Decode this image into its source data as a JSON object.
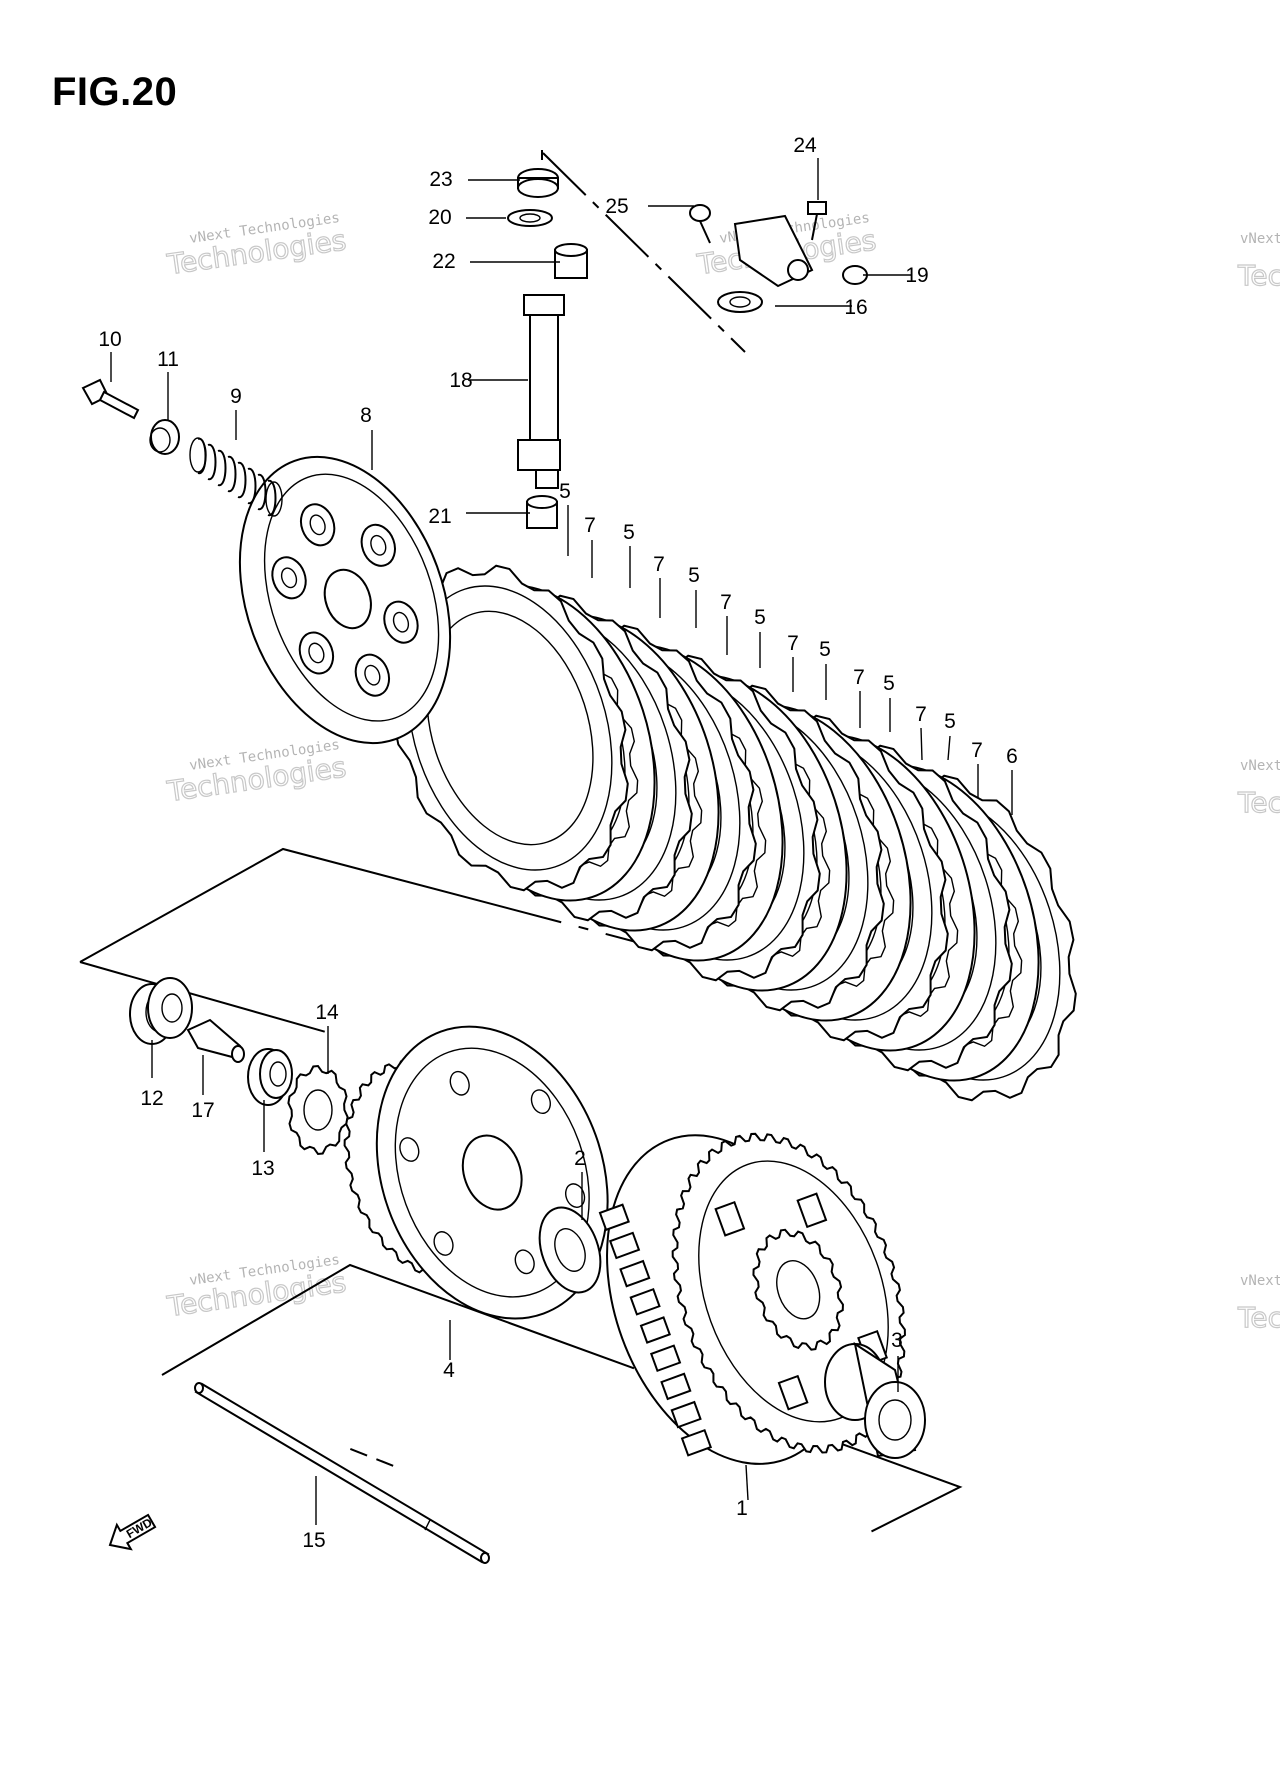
{
  "title": "FIG.20",
  "fwd_label": "FWD",
  "watermark": {
    "line1": "vNext Technologies",
    "line2": "Technologies"
  },
  "parts": [
    {
      "num": "1"
    },
    {
      "num": "2"
    },
    {
      "num": "3"
    },
    {
      "num": "4"
    },
    {
      "num": "5"
    },
    {
      "num": "6"
    },
    {
      "num": "7"
    },
    {
      "num": "8"
    },
    {
      "num": "9"
    },
    {
      "num": "10"
    },
    {
      "num": "11"
    },
    {
      "num": "12"
    },
    {
      "num": "13"
    },
    {
      "num": "14"
    },
    {
      "num": "15"
    },
    {
      "num": "16"
    },
    {
      "num": "17"
    },
    {
      "num": "18"
    },
    {
      "num": "19"
    },
    {
      "num": "20"
    },
    {
      "num": "21"
    },
    {
      "num": "22"
    },
    {
      "num": "23"
    },
    {
      "num": "24"
    },
    {
      "num": "25"
    }
  ]
}
